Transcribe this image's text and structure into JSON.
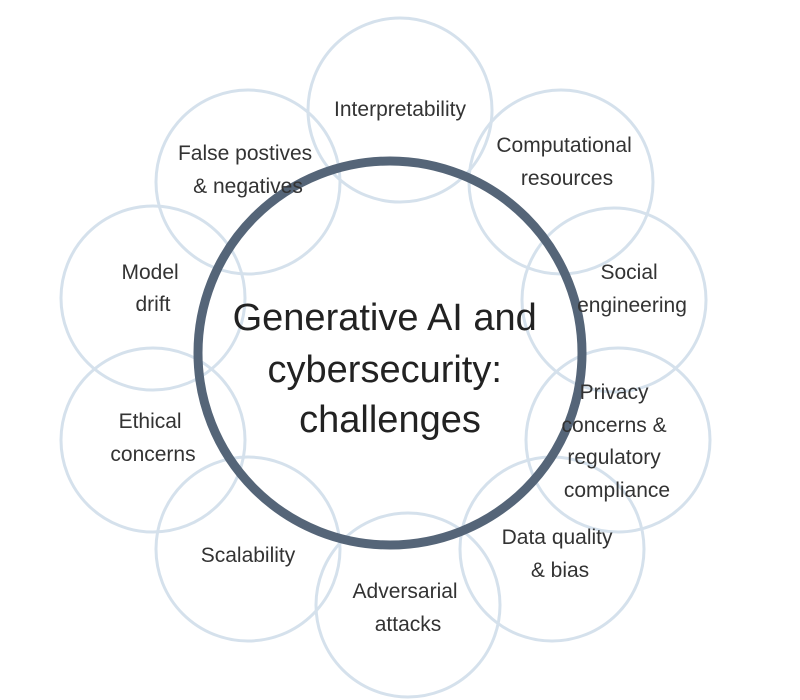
{
  "center": {
    "lines": [
      "Generative AI and",
      "cybersecurity:",
      "challenges"
    ],
    "ring_color": "#556578"
  },
  "circle_color": "#d5e1ec",
  "text_color": "#333333",
  "nodes": [
    {
      "lines": [
        "Interpretability"
      ]
    },
    {
      "lines": [
        "Computational",
        "resources"
      ]
    },
    {
      "lines": [
        "Social",
        "engineering"
      ]
    },
    {
      "lines": [
        "Privacy",
        "concerns &",
        "regulatory",
        "compliance"
      ]
    },
    {
      "lines": [
        "Data quality",
        "& bias"
      ]
    },
    {
      "lines": [
        "Adversarial",
        "attacks"
      ]
    },
    {
      "lines": [
        "Scalability"
      ]
    },
    {
      "lines": [
        "Ethical",
        "concerns"
      ]
    },
    {
      "lines": [
        "Model",
        "drift"
      ]
    },
    {
      "lines": [
        "False postives",
        "& negatives"
      ]
    }
  ]
}
